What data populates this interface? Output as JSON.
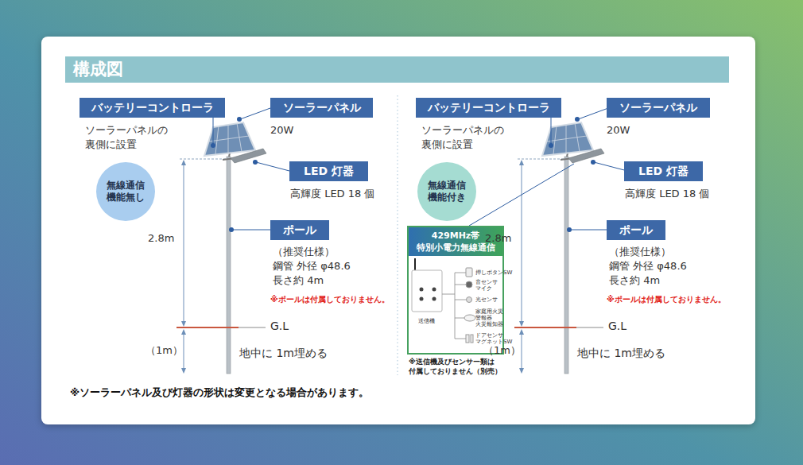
{
  "diagram": {
    "title": "構成図",
    "nodes": [
      {
        "text": [
          "バッテリーコントローラ",
          "ソーラーパネルの 裏側に設置"
        ]
      },
      {
        "text": [
          "ソーラーパネル",
          "20W"
        ]
      },
      {
        "text": [
          "無線通信 機能無し"
        ]
      },
      {
        "text": [
          "LED 灯器",
          "高輝度 LED 18 個"
        ]
      },
      {
        "text": [
          "ポール",
          "（推奨仕様） 鋼管 外径 φ48.6 長さ約 4m",
          "※ポールは付属しておりません。"
        ]
      },
      {
        "text": [
          "バッテリーコントローラ",
          "ソーラーパネルの 裏側に設置"
        ]
      },
      {
        "text": [
          "ソーラーパネル",
          "20W"
        ]
      },
      {
        "text": [
          "無線通信 機能付き"
        ]
      },
      {
        "text": [
          "LED 灯器",
          "高輝度 LED 18 個"
        ]
      },
      {
        "text": [
          "429MHz帯 特別小電力無線通信",
          "押しボタンSW",
          "音センサ マイク",
          "光センサ",
          "家庭用火災 警報器 火災報知器",
          "ドアセンサ マグネットSW",
          "送信機"
        ]
      },
      {
        "text": [
          "ポール",
          "（推奨仕様） 鋼管 外径 φ48.6 長さ約 4m",
          "※ポールは付属しておりません。"
        ]
      }
    ],
    "labels": [
      "2.8m",
      "G.L",
      "（1m）",
      "地中に 1m埋める",
      "2.8m",
      "G.L",
      "（1m）",
      "地中に 1m埋める",
      "※送信機及びセンサー類は 付属しておりません（別売）",
      "※ソーラーパネル及び灯器の形状は変更となる場合があります。"
    ]
  }
}
